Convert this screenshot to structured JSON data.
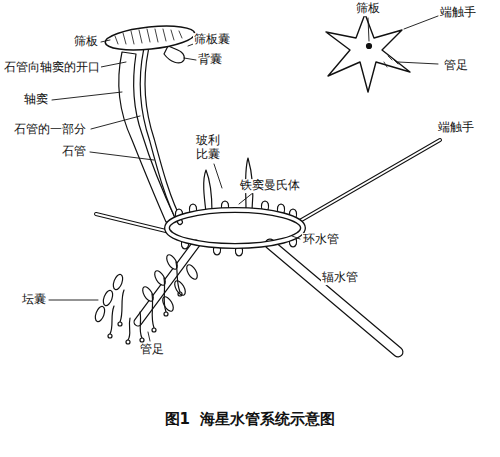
{
  "diagram": {
    "caption": "图1  海星水管系统示意图",
    "labels": [
      "筛板",
      "筛板囊",
      "背囊",
      "石管向轴窦的开口",
      "轴窦",
      "石管的一部分",
      "石管",
      "玻利比囊",
      "铁窦曼氏体",
      "环水管",
      "辐水管",
      "坛囊",
      "管足",
      "端触手",
      "筛板",
      "端触手",
      "管足"
    ]
  }
}
